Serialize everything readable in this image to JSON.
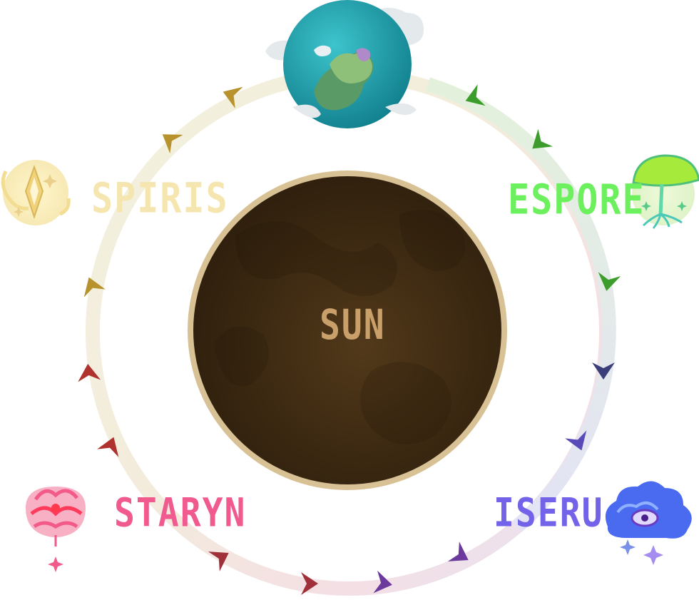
{
  "center": {
    "label": "SUN",
    "colors": {
      "fill": "#4a3519",
      "fill_dark": "#2e1f0d",
      "rim": "#d8c195",
      "text": "#c9a06a"
    }
  },
  "top_planet": {
    "icon": "earth-globe-icon",
    "colors": {
      "ocean": "#1fa3ad",
      "land": "#5f9e6a",
      "cloud": "#e6ecef"
    }
  },
  "worlds": [
    {
      "id": "spiris",
      "label": "SPIRIS",
      "icon": "spiris-sparkle-orb-icon",
      "color": "#f5e6b0"
    },
    {
      "id": "espore",
      "label": "ESPORE",
      "icon": "espore-mushroom-icon",
      "color": "#6cf05e"
    },
    {
      "id": "staryn",
      "label": "STARYN",
      "icon": "staryn-ribbon-flower-icon",
      "color": "#f05a8e"
    },
    {
      "id": "iseru",
      "label": "ISERU",
      "icon": "iseru-eye-cloud-icon",
      "color": "#7263e8"
    }
  ],
  "cycle": {
    "direction": "counter-clockwise",
    "arrow_colors": {
      "left_upper": "#b8932d",
      "left_lower": "#b0322f",
      "bottom": "#a0303a",
      "bottom_right": "#6b3a9c",
      "right_lower": "#5a4ab8",
      "right_mid": "#3a3f7a",
      "right_upper": "#3c9d2c"
    },
    "ring_colors": {
      "top_left": "#f3f1de",
      "left": "#f0ead8",
      "bottom_left": "#f7dde2",
      "bottom_right": "#e3e3f6",
      "right": "#e5efe2",
      "top_right": "#e4f2dd"
    }
  }
}
